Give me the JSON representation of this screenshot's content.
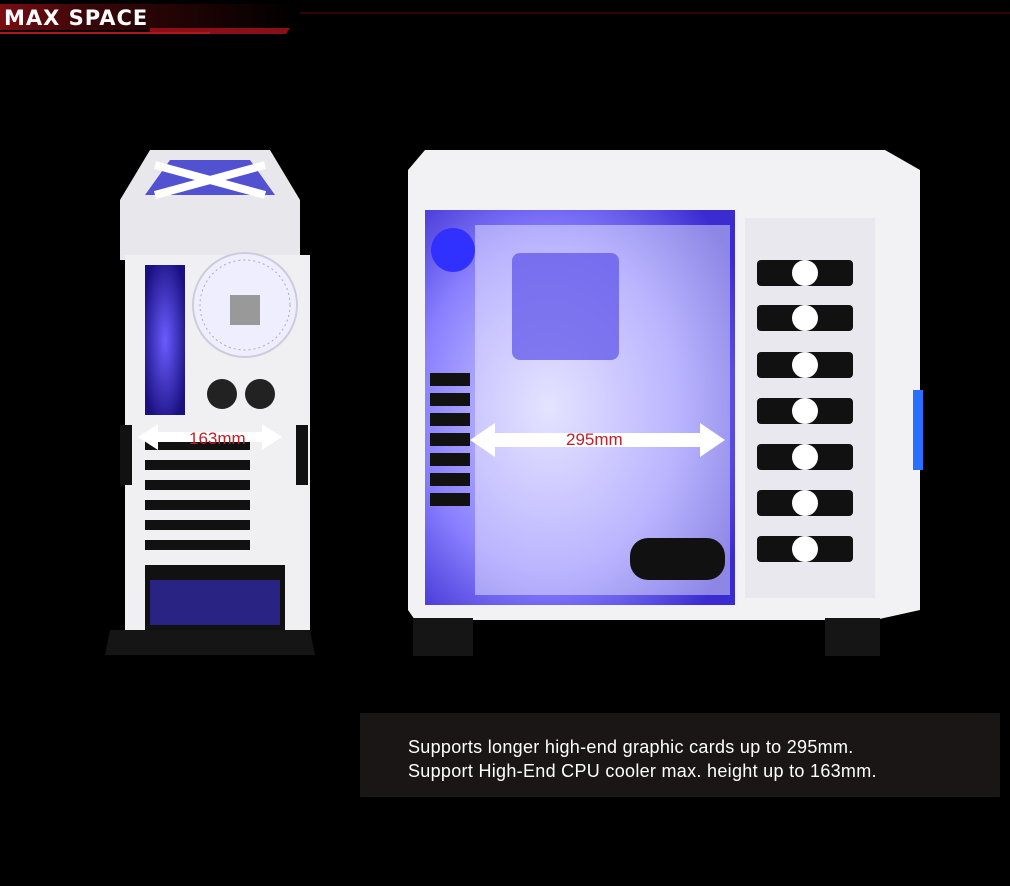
{
  "header": {
    "title": "MAX SPACE"
  },
  "front_view": {
    "measurement_label": "163mm"
  },
  "side_view": {
    "measurement_label": "295mm"
  },
  "caption": {
    "line1": "Supports longer high-end graphic cards up to 295mm.",
    "line2": "Support High-End CPU cooler max. height up to 163mm."
  },
  "colors": {
    "accent_red": "#c0202a",
    "case_white": "#f2f2f4",
    "interior_blue": "#4a3cff",
    "caption_bg": "#1a1616"
  }
}
